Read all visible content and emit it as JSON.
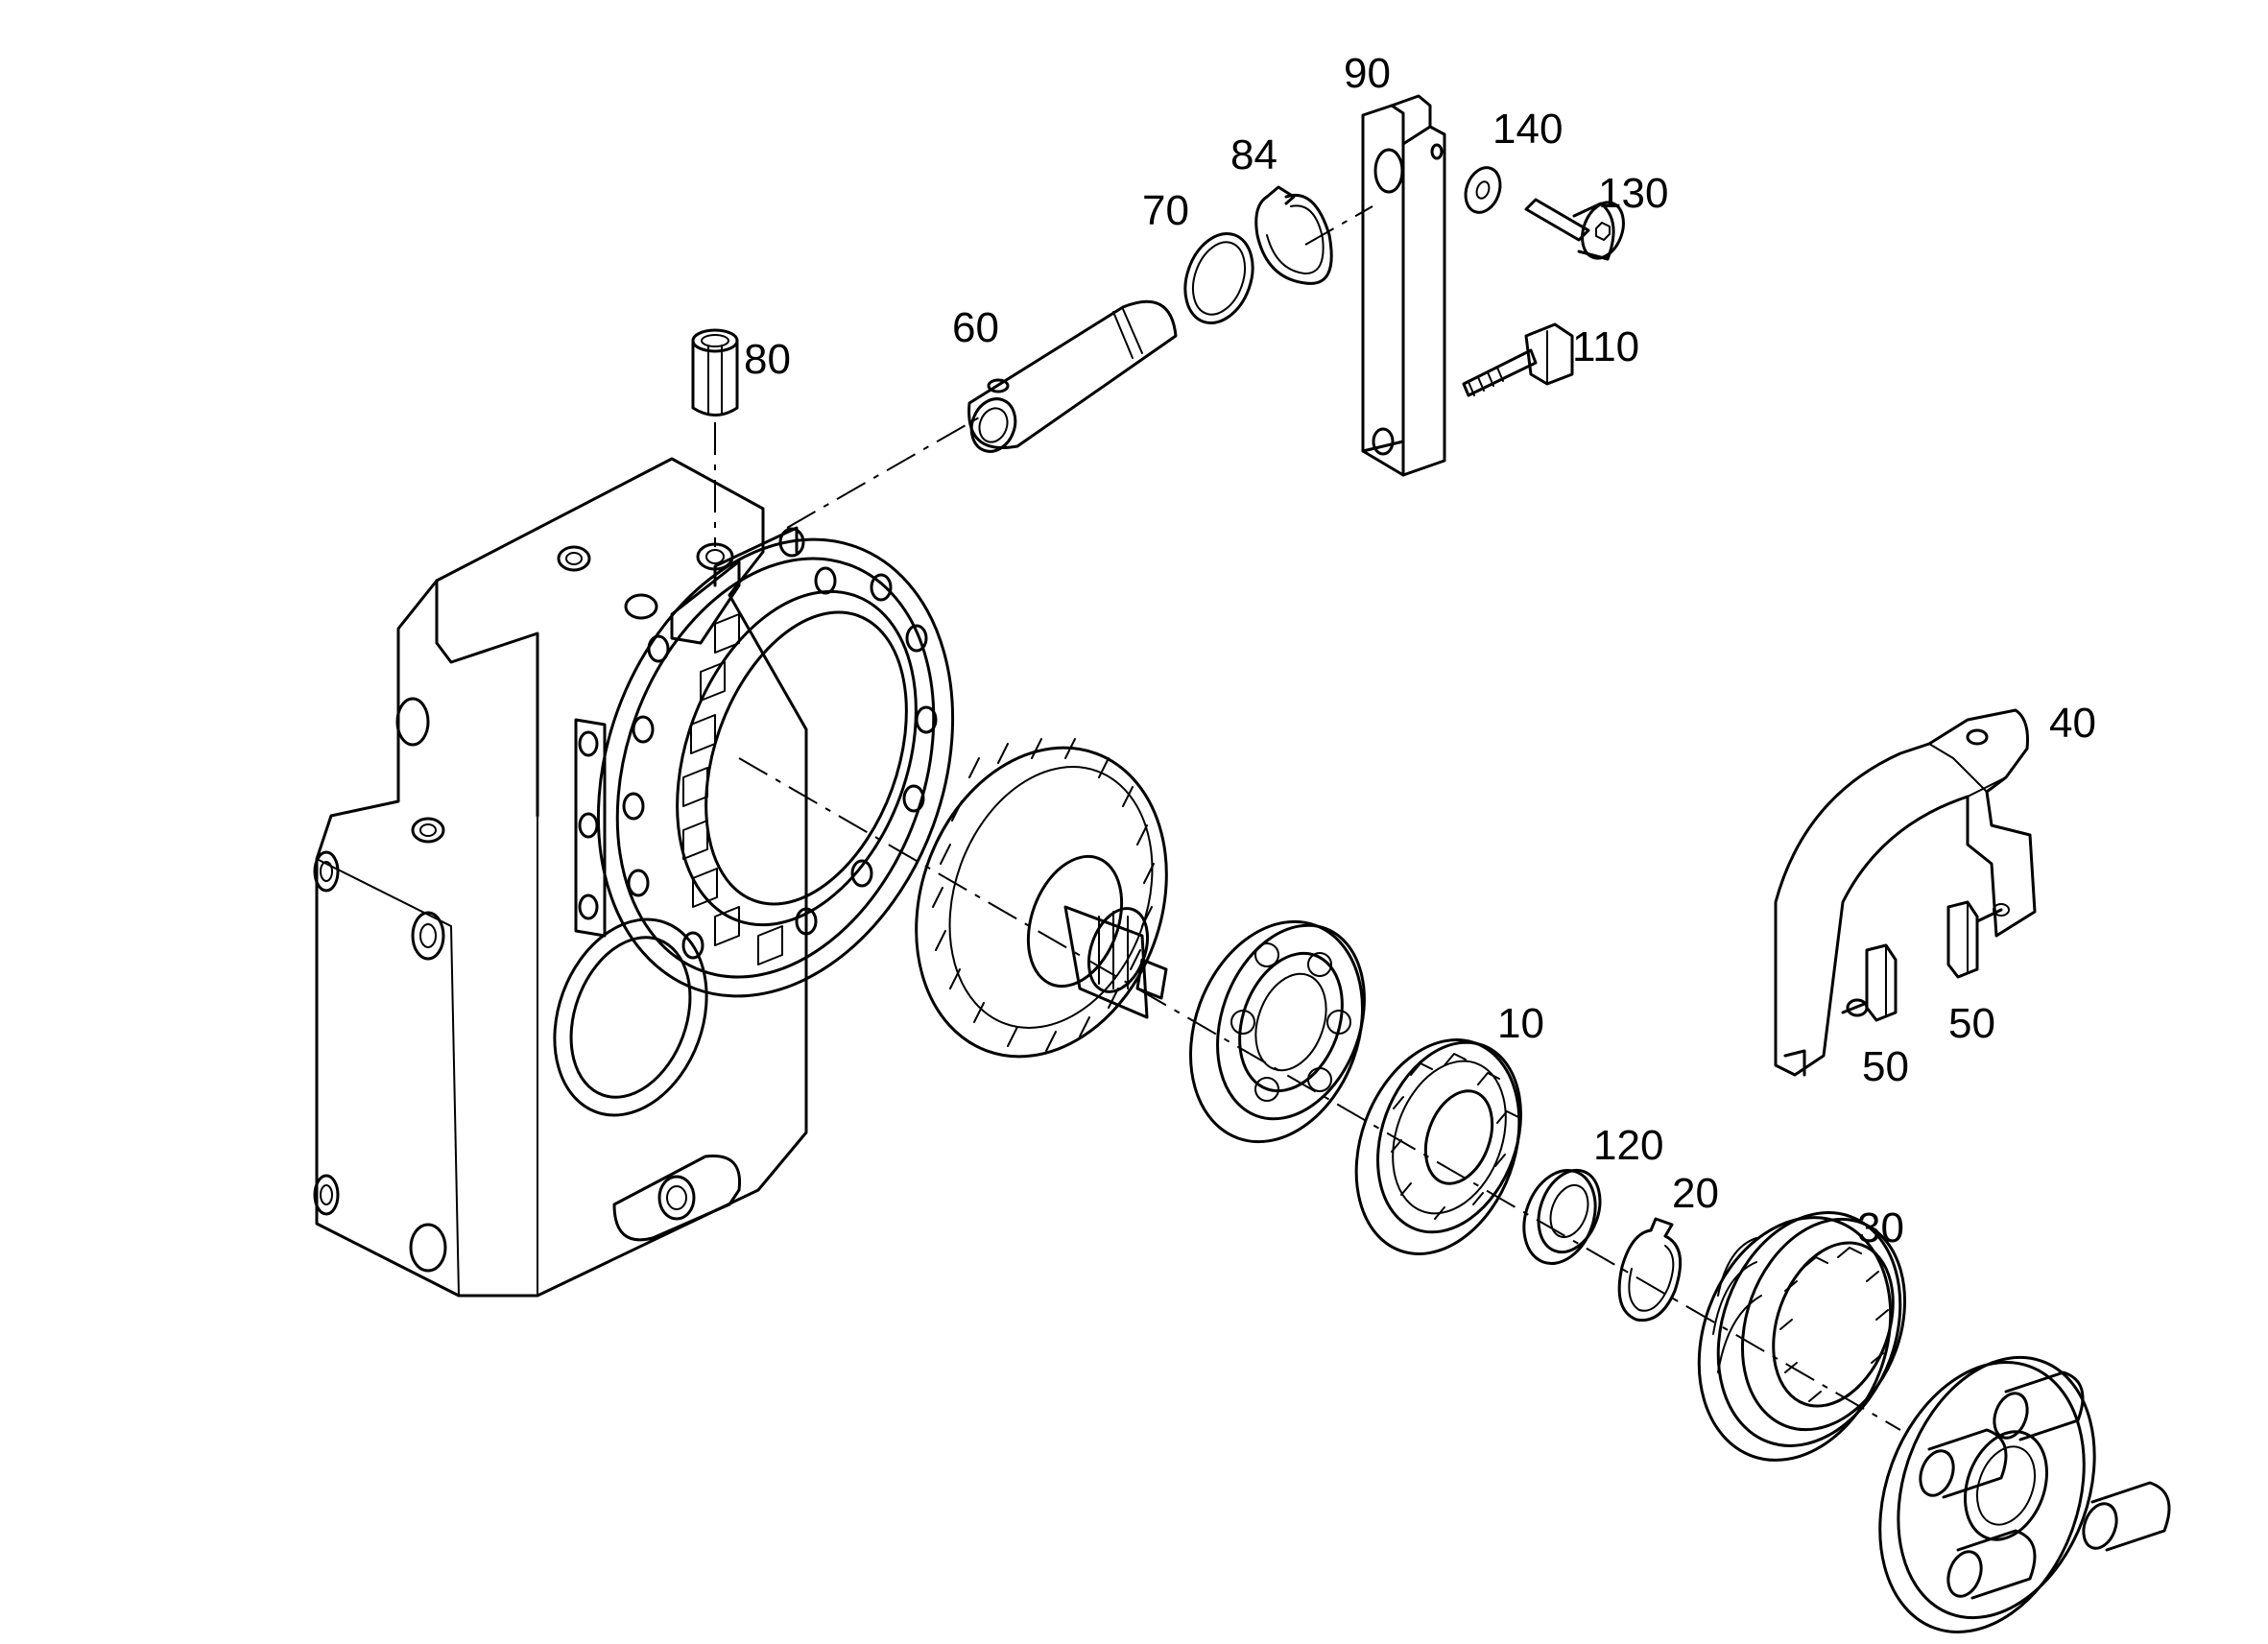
{
  "diagram": {
    "type": "exploded-parts-view",
    "stroke_color": "#000000",
    "background_color": "#ffffff",
    "callouts": [
      {
        "id": "c90",
        "label": "90"
      },
      {
        "id": "c140",
        "label": "140"
      },
      {
        "id": "c84",
        "label": "84"
      },
      {
        "id": "c130",
        "label": "130"
      },
      {
        "id": "c70",
        "label": "70"
      },
      {
        "id": "c60",
        "label": "60"
      },
      {
        "id": "c110",
        "label": "110"
      },
      {
        "id": "c80",
        "label": "80"
      },
      {
        "id": "c40",
        "label": "40"
      },
      {
        "id": "c10",
        "label": "10"
      },
      {
        "id": "c50a",
        "label": "50"
      },
      {
        "id": "c50b",
        "label": "50"
      },
      {
        "id": "c120",
        "label": "120"
      },
      {
        "id": "c20",
        "label": "20"
      },
      {
        "id": "c30",
        "label": "30"
      }
    ]
  }
}
